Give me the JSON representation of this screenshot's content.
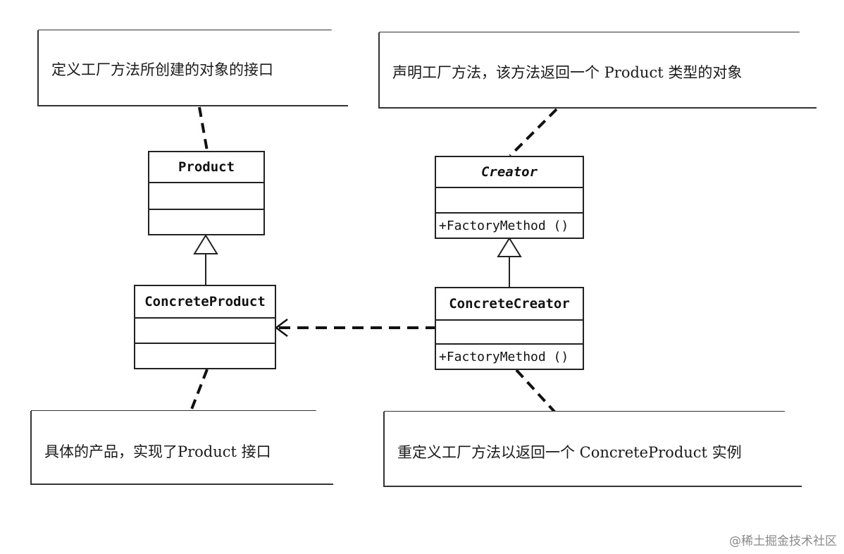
{
  "notes": {
    "product_interface": "定义工厂方法所创建的对象的接口",
    "creator_declares": "声明工厂方法，该方法返回一个 Product 类型的对象",
    "concrete_product": "具体的产品，实现了Product 接口",
    "concrete_creator": "重定义工厂方法以返回一个 ConcreteProduct 实例"
  },
  "classes": {
    "product": {
      "name": "Product"
    },
    "creator": {
      "name": "Creator",
      "method": "+FactoryMethod ()"
    },
    "concrete_product": {
      "name": "ConcreteProduct"
    },
    "concrete_creator": {
      "name": "ConcreteCreator",
      "method": "+FactoryMethod ()"
    }
  },
  "relations": [
    {
      "type": "generalization",
      "from": "ConcreteProduct",
      "to": "Product"
    },
    {
      "type": "generalization",
      "from": "ConcreteCreator",
      "to": "Creator"
    },
    {
      "type": "dependency",
      "from": "ConcreteCreator",
      "to": "ConcreteProduct"
    }
  ],
  "watermark": "@稀土掘金技术社区"
}
